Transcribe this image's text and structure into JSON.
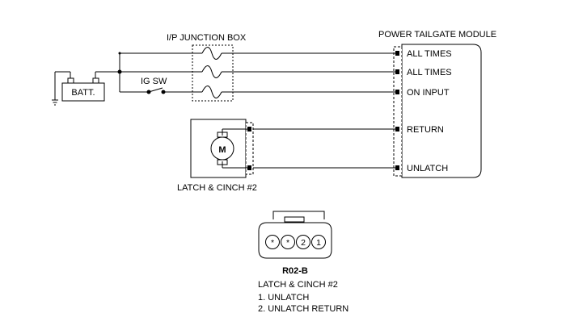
{
  "labels": {
    "junction_box": "I/P JUNCTION BOX",
    "module": "POWER TAILGATE MODULE",
    "ig_sw": "IG SW",
    "battery": "BATT.",
    "latch": "LATCH & CINCH #2",
    "motor": "M"
  },
  "module_pins": [
    "ALL TIMES",
    "ALL TIMES",
    "ON INPUT",
    "RETURN",
    "UNLATCH"
  ],
  "connector": {
    "id": "R02-B",
    "name": "LATCH & CINCH #2",
    "pins": [
      "*",
      "*",
      "2",
      "1"
    ],
    "legend": [
      "1. UNLATCH",
      "2. UNLATCH RETURN"
    ]
  }
}
